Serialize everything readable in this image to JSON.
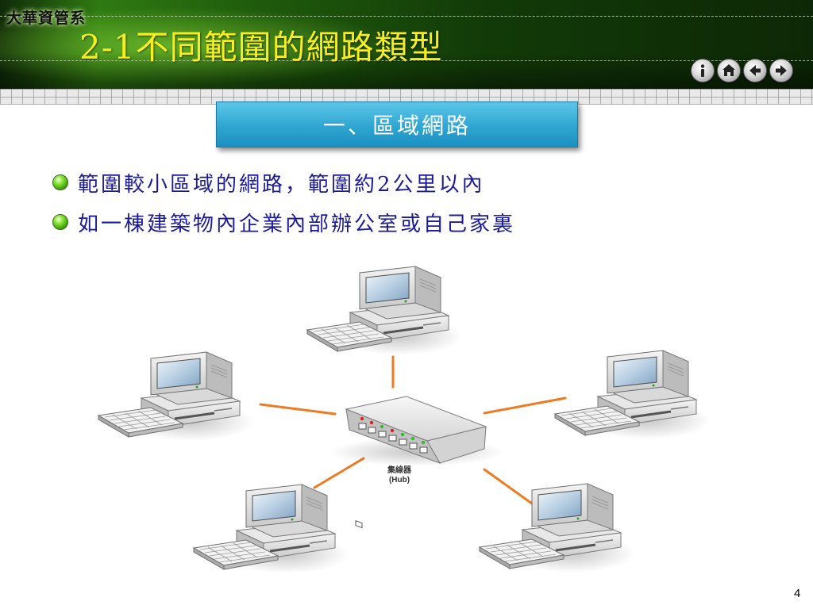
{
  "header": {
    "department": "大華資管系",
    "title": "2-1不同範圍的網路類型",
    "nav_buttons": [
      {
        "name": "info-icon",
        "glyph": "i"
      },
      {
        "name": "home-icon",
        "glyph": "home"
      },
      {
        "name": "back-arrow-icon",
        "glyph": "left"
      },
      {
        "name": "forward-arrow-icon",
        "glyph": "right"
      }
    ]
  },
  "section": {
    "heading": "一、區域網路"
  },
  "bullets": [
    "範圍較小區域的網路，範圍約2公里以內",
    "如一棟建築物內企業內部辦公室或自己家裏"
  ],
  "diagram": {
    "hub_label_line1": "集線器",
    "hub_label_line2": "(Hub)",
    "computer_count": 5,
    "link_color": "#ee7a22"
  },
  "colors": {
    "title_yellow": "#f7ee1e",
    "bullet_text_blue": "#1b1b9c",
    "section_blue": "#2fa6d2",
    "header_green": "#2f7a12"
  },
  "page": {
    "number": "4"
  }
}
